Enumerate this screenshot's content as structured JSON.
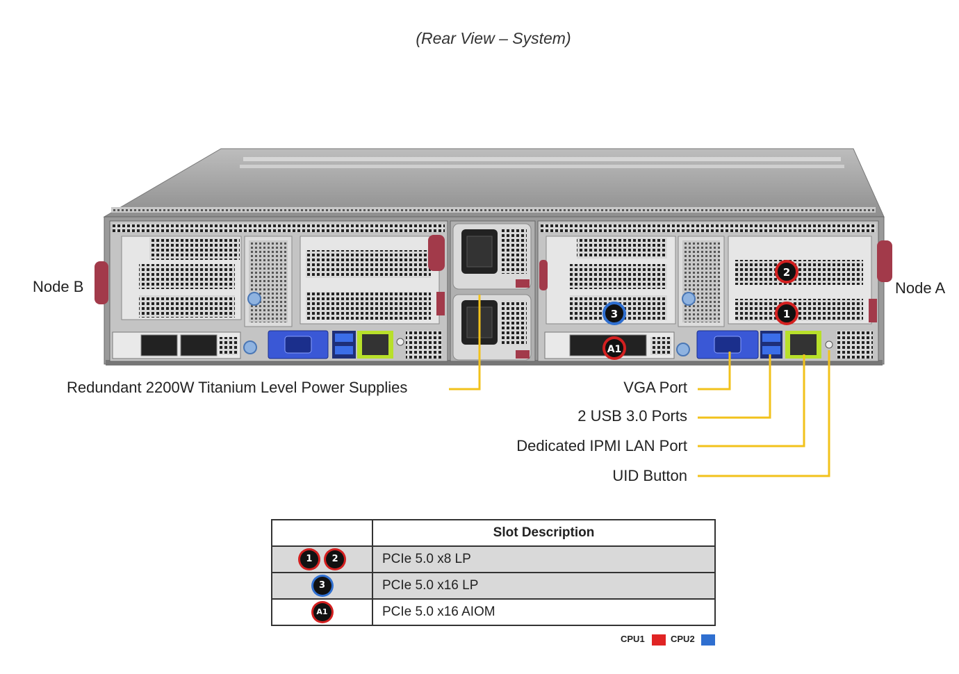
{
  "title": "(Rear View – System)",
  "nodes": {
    "left": "Node B",
    "right": "Node A"
  },
  "callouts": {
    "power": "Redundant 2200W Titanium Level Power Supplies",
    "vga": "VGA Port",
    "usb": "2 USB 3.0 Ports",
    "ipmi": "Dedicated IPMI LAN Port",
    "uid": "UID Button"
  },
  "badges": {
    "b1": "1",
    "b2": "2",
    "b3": "3",
    "a1": "A1"
  },
  "slot_table": {
    "header": "Slot Description",
    "rows": [
      {
        "badges": [
          "1",
          "2"
        ],
        "color": "red",
        "description": "PCIe 5.0 x8 LP"
      },
      {
        "badges": [
          "3"
        ],
        "color": "blue",
        "description": "PCIe 5.0 x16 LP"
      },
      {
        "badges": [
          "A1"
        ],
        "color": "red",
        "description": "PCIe 5.0 x16 AIOM"
      }
    ]
  },
  "legend": {
    "cpu1": {
      "label": "CPU1",
      "color": "#e02424"
    },
    "cpu2": {
      "label": "CPU2",
      "color": "#2f6fd0"
    }
  },
  "colors": {
    "leader": "#f2c21b",
    "badge_red": "#d32020",
    "badge_blue": "#2f6fd0"
  }
}
